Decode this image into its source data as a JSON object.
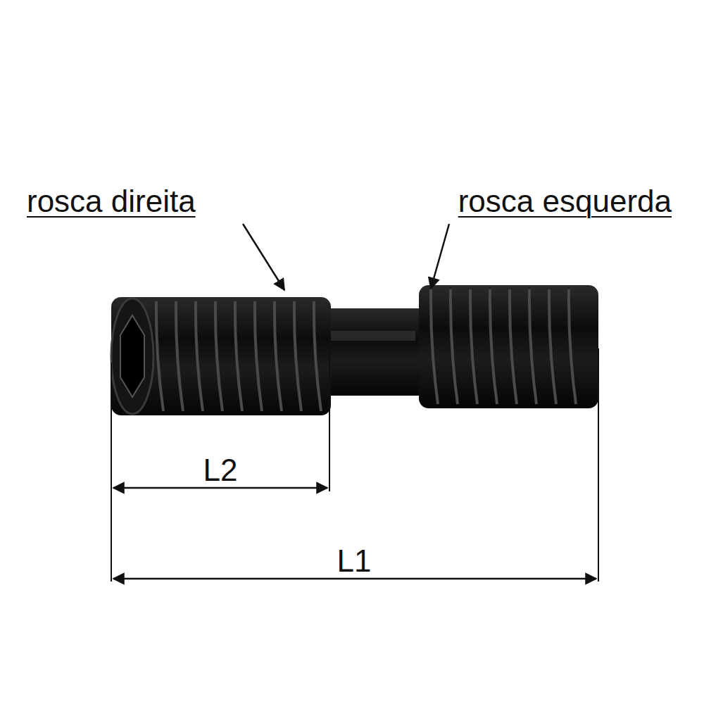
{
  "diagram": {
    "labels": [
      "rosca direita",
      "rosca esquerda",
      "L2",
      "L1"
    ]
  }
}
